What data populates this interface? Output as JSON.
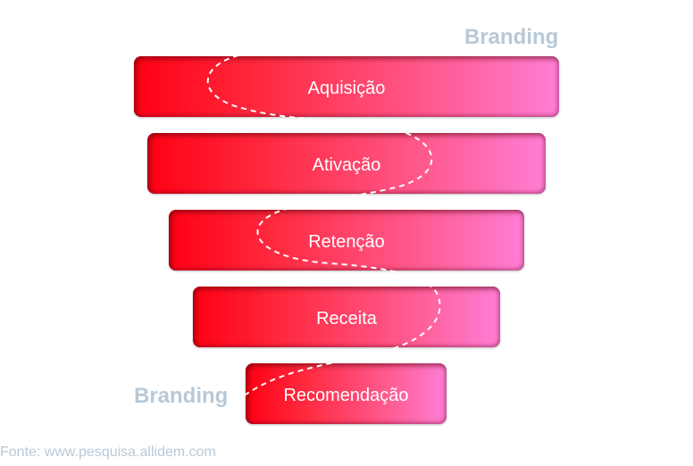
{
  "funnel": {
    "stages": [
      {
        "label": "Aquisição"
      },
      {
        "label": "Ativação"
      },
      {
        "label": "Retenção"
      },
      {
        "label": "Receita"
      },
      {
        "label": "Recomendação"
      }
    ]
  },
  "labels": {
    "branding_top": "Branding",
    "branding_bottom": "Branding"
  },
  "source": "Fonte: www.pesquisa.allidem.com",
  "colors": {
    "bar_start": "#ff0014",
    "bar_end": "#ff7ed6",
    "label": "#b8c9d6"
  }
}
